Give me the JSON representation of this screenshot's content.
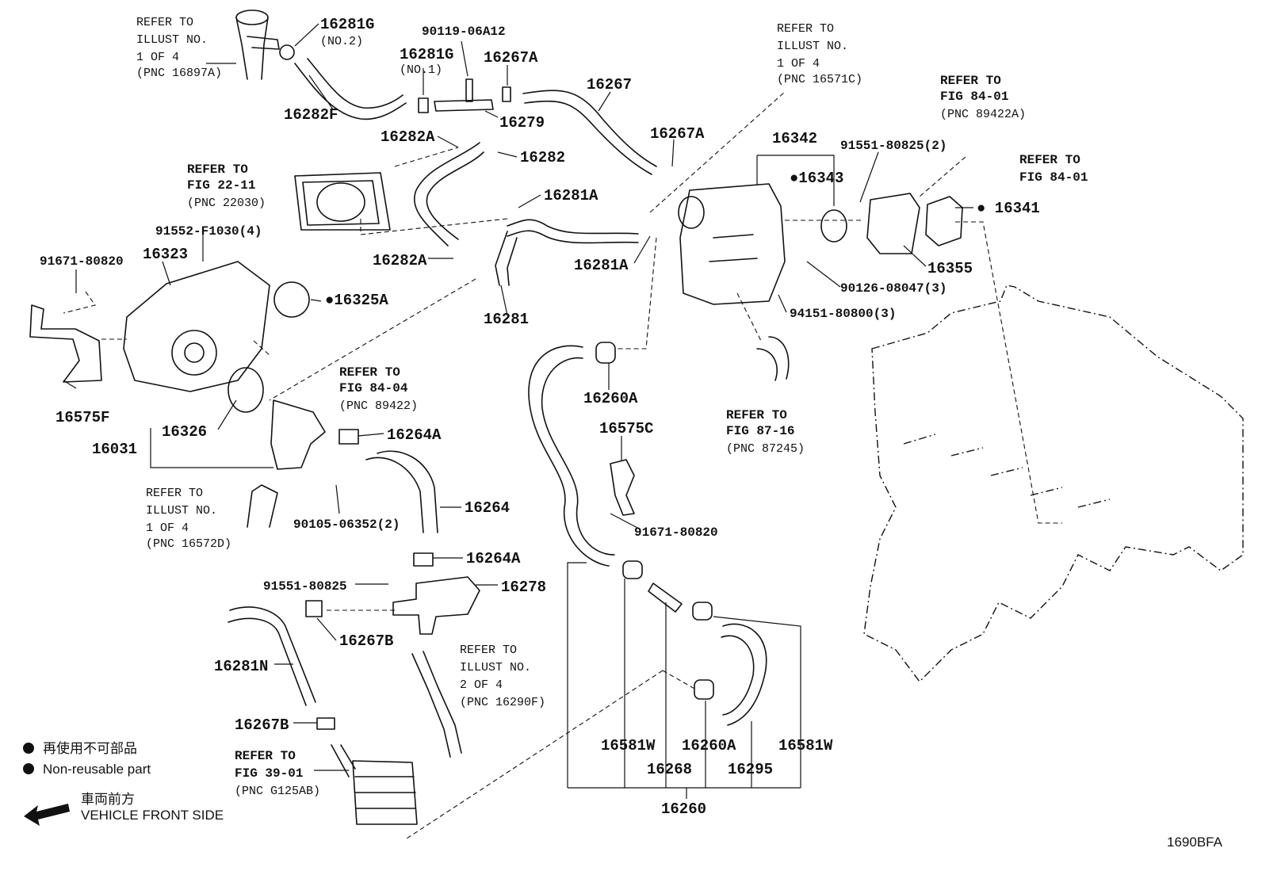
{
  "diagram_id": "1690BFA",
  "legend": {
    "non_reusable_jp": "再使用不可部品",
    "non_reusable_en": "Non-reusable part",
    "front_jp": "車両前方",
    "front_en": "VEHICLE FRONT SIDE"
  },
  "callouts": [
    {
      "id": "c01",
      "text": "16281G"
    },
    {
      "id": "c02",
      "text": "(NO.2)"
    },
    {
      "id": "c03",
      "text": "16282F"
    },
    {
      "id": "c04",
      "text": "90119-06A12"
    },
    {
      "id": "c05",
      "text": "16281G"
    },
    {
      "id": "c06",
      "text": "(NO.1)"
    },
    {
      "id": "c07",
      "text": "16267A"
    },
    {
      "id": "c08",
      "text": "16279"
    },
    {
      "id": "c09",
      "text": "16267"
    },
    {
      "id": "c10",
      "text": "16282A"
    },
    {
      "id": "c11",
      "text": "16282"
    },
    {
      "id": "c12",
      "text": "16267A"
    },
    {
      "id": "c13",
      "text": "16342"
    },
    {
      "id": "c14",
      "text": "●16343"
    },
    {
      "id": "c15",
      "text": "91551-80825(2)"
    },
    {
      "id": "c16",
      "text": "● 16341"
    },
    {
      "id": "c17",
      "text": "16355"
    },
    {
      "id": "c18",
      "text": "16281A"
    },
    {
      "id": "c19",
      "text": "16282A"
    },
    {
      "id": "c20",
      "text": "16281A"
    },
    {
      "id": "c21",
      "text": "16281"
    },
    {
      "id": "c22",
      "text": "91552-F1030(4)"
    },
    {
      "id": "c23",
      "text": "16323"
    },
    {
      "id": "c24",
      "text": "91671-80820"
    },
    {
      "id": "c25",
      "text": "●16325A"
    },
    {
      "id": "c26",
      "text": "90126-08047(3)"
    },
    {
      "id": "c27",
      "text": "94151-80800(3)"
    },
    {
      "id": "c28",
      "text": "16575F"
    },
    {
      "id": "c29",
      "text": "16326"
    },
    {
      "id": "c30",
      "text": "16031"
    },
    {
      "id": "c31",
      "text": "16264A"
    },
    {
      "id": "c32",
      "text": "16264"
    },
    {
      "id": "c33",
      "text": "16260A"
    },
    {
      "id": "c34",
      "text": "16575C"
    },
    {
      "id": "c35",
      "text": "91671-80820"
    },
    {
      "id": "c36",
      "text": "90105-06352(2)"
    },
    {
      "id": "c37",
      "text": "16264A"
    },
    {
      "id": "c38",
      "text": "91551-80825"
    },
    {
      "id": "c39",
      "text": "16278"
    },
    {
      "id": "c40",
      "text": "16267B"
    },
    {
      "id": "c41",
      "text": "16281N"
    },
    {
      "id": "c42",
      "text": "16267B"
    },
    {
      "id": "c43",
      "text": "16581W"
    },
    {
      "id": "c44",
      "text": "16260A"
    },
    {
      "id": "c45",
      "text": "16581W"
    },
    {
      "id": "c46",
      "text": "16268"
    },
    {
      "id": "c47",
      "text": "16295"
    },
    {
      "id": "c48",
      "text": "16260"
    }
  ],
  "references": [
    {
      "id": "r01",
      "lines": [
        "REFER TO",
        "ILLUST NO.",
        "1 OF 4",
        "(PNC 16897A)"
      ]
    },
    {
      "id": "r02",
      "lines": [
        "REFER TO",
        "ILLUST NO.",
        "1 OF 4",
        "(PNC 16571C)"
      ]
    },
    {
      "id": "r03",
      "lines": [
        "REFER TO",
        "FIG 84-01",
        "(PNC 89422A)"
      ]
    },
    {
      "id": "r04",
      "lines": [
        "REFER TO",
        "FIG 84-01"
      ]
    },
    {
      "id": "r05",
      "lines": [
        "REFER TO",
        "FIG 22-11",
        "(PNC 22030)"
      ]
    },
    {
      "id": "r06",
      "lines": [
        "REFER TO",
        "FIG 84-04",
        "(PNC 89422)"
      ]
    },
    {
      "id": "r07",
      "lines": [
        "REFER TO",
        "FIG 87-16",
        "(PNC 87245)"
      ]
    },
    {
      "id": "r08",
      "lines": [
        "REFER TO",
        "ILLUST NO.",
        "1 OF 4",
        "(PNC 16572D)"
      ]
    },
    {
      "id": "r09",
      "lines": [
        "REFER TO",
        "ILLUST NO.",
        "2 OF 4",
        "(PNC 16290F)"
      ]
    },
    {
      "id": "r10",
      "lines": [
        "REFER TO",
        "FIG 39-01",
        "(PNC G125AB)"
      ]
    }
  ]
}
